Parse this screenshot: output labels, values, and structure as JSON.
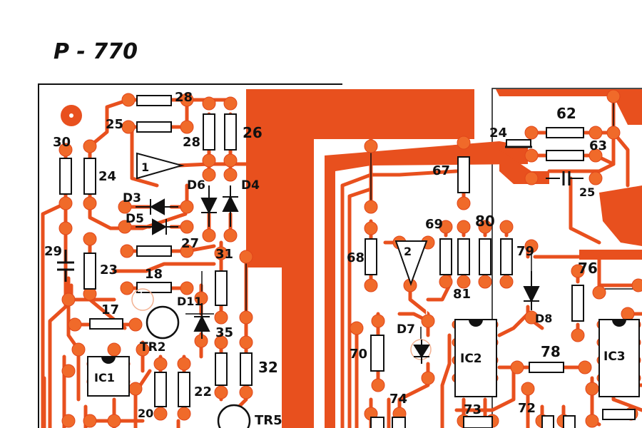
{
  "title": "P - 770",
  "colors": {
    "copper": "#e8501e",
    "pad": "#f06a2a",
    "ink": "#111111",
    "paper": "#ffffff"
  },
  "labels": {
    "r30": "30",
    "r24": "24",
    "r25": "25",
    "r28a": "28",
    "r28b": "28",
    "r26": "26",
    "ic1amp": "1",
    "d3": "D3",
    "d5": "D5",
    "d6": "D6",
    "d4": "D4",
    "c29": "29",
    "r23": "23",
    "r27": "27",
    "r31": "31",
    "r18": "18",
    "d11": "D11",
    "r17": "17",
    "tr2": "TR2",
    "r35": "35",
    "r32": "32",
    "ic1": "IC1",
    "r20": "20",
    "r22": "22",
    "tr5": "TR5",
    "r62": "62",
    "c24": "24",
    "r63": "63",
    "r67": "67",
    "c25": "25",
    "r68": "68",
    "ic2amp": "2",
    "r69": "69",
    "r80": "80",
    "r79": "79",
    "r81": "81",
    "r76": "76",
    "d8": "D8",
    "d7": "D7",
    "r70": "70",
    "ic2": "IC2",
    "r78": "78",
    "ic3": "IC3",
    "r74": "74",
    "r73": "73",
    "r72": "72"
  }
}
